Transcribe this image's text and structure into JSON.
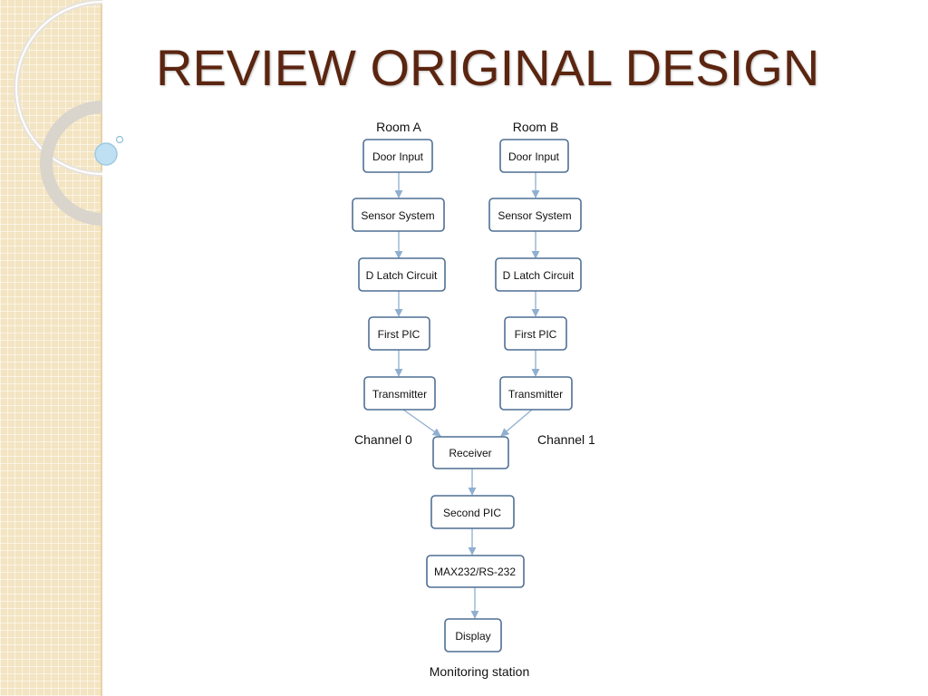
{
  "slide": {
    "title": "REVIEW ORIGINAL DESIGN"
  },
  "diagram": {
    "room_a_label": "Room A",
    "room_b_label": "Room B",
    "channel_0_label": "Channel 0",
    "channel_1_label": "Channel 1",
    "footer_label": "Monitoring station",
    "room_a_nodes": [
      "Door Input",
      "Sensor System",
      "D Latch Circuit",
      "First PIC",
      "Transmitter"
    ],
    "room_b_nodes": [
      "Door Input",
      "Sensor System",
      "D Latch Circuit",
      "First PIC",
      "Transmitter"
    ],
    "station_nodes": [
      "Receiver",
      "Second PIC",
      "MAX232/RS-232",
      "Display"
    ]
  },
  "colors": {
    "title": "#5b2510",
    "node_border": "#4f6f94",
    "arrow": "#8fafd0",
    "side_panel": "#f3e4c2"
  }
}
